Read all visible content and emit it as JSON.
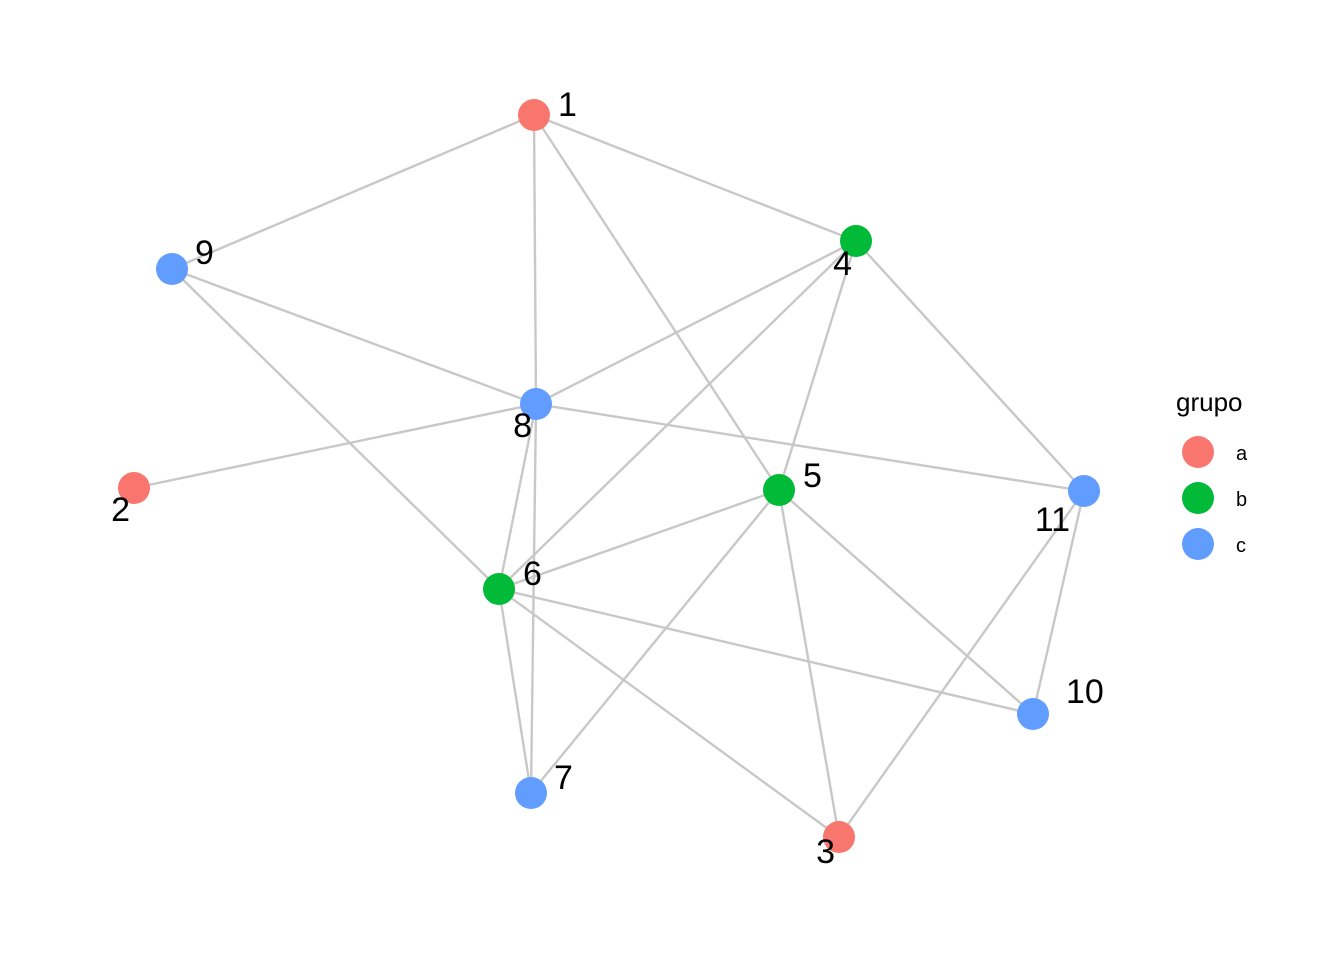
{
  "graph": {
    "nodes": [
      {
        "id": "1",
        "grupo": "a"
      },
      {
        "id": "2",
        "grupo": "a"
      },
      {
        "id": "3",
        "grupo": "a"
      },
      {
        "id": "4",
        "grupo": "b"
      },
      {
        "id": "5",
        "grupo": "b"
      },
      {
        "id": "6",
        "grupo": "b"
      },
      {
        "id": "7",
        "grupo": "c"
      },
      {
        "id": "8",
        "grupo": "c"
      },
      {
        "id": "9",
        "grupo": "c"
      },
      {
        "id": "10",
        "grupo": "c"
      },
      {
        "id": "11",
        "grupo": "c"
      }
    ],
    "edges": [
      [
        "1",
        "9"
      ],
      [
        "1",
        "8"
      ],
      [
        "1",
        "4"
      ],
      [
        "1",
        "5"
      ],
      [
        "9",
        "8"
      ],
      [
        "9",
        "6"
      ],
      [
        "8",
        "4"
      ],
      [
        "8",
        "2"
      ],
      [
        "8",
        "11"
      ],
      [
        "8",
        "6"
      ],
      [
        "8",
        "7"
      ],
      [
        "4",
        "6"
      ],
      [
        "4",
        "5"
      ],
      [
        "4",
        "11"
      ],
      [
        "5",
        "6"
      ],
      [
        "5",
        "7"
      ],
      [
        "5",
        "3"
      ],
      [
        "5",
        "10"
      ],
      [
        "6",
        "7"
      ],
      [
        "6",
        "10"
      ],
      [
        "6",
        "3"
      ],
      [
        "11",
        "3"
      ],
      [
        "11",
        "10"
      ]
    ]
  },
  "legend": {
    "title": "grupo",
    "items": [
      {
        "label": "a",
        "color": "#F8766D"
      },
      {
        "label": "b",
        "color": "#00BA38"
      },
      {
        "label": "c",
        "color": "#619CFF"
      }
    ]
  }
}
